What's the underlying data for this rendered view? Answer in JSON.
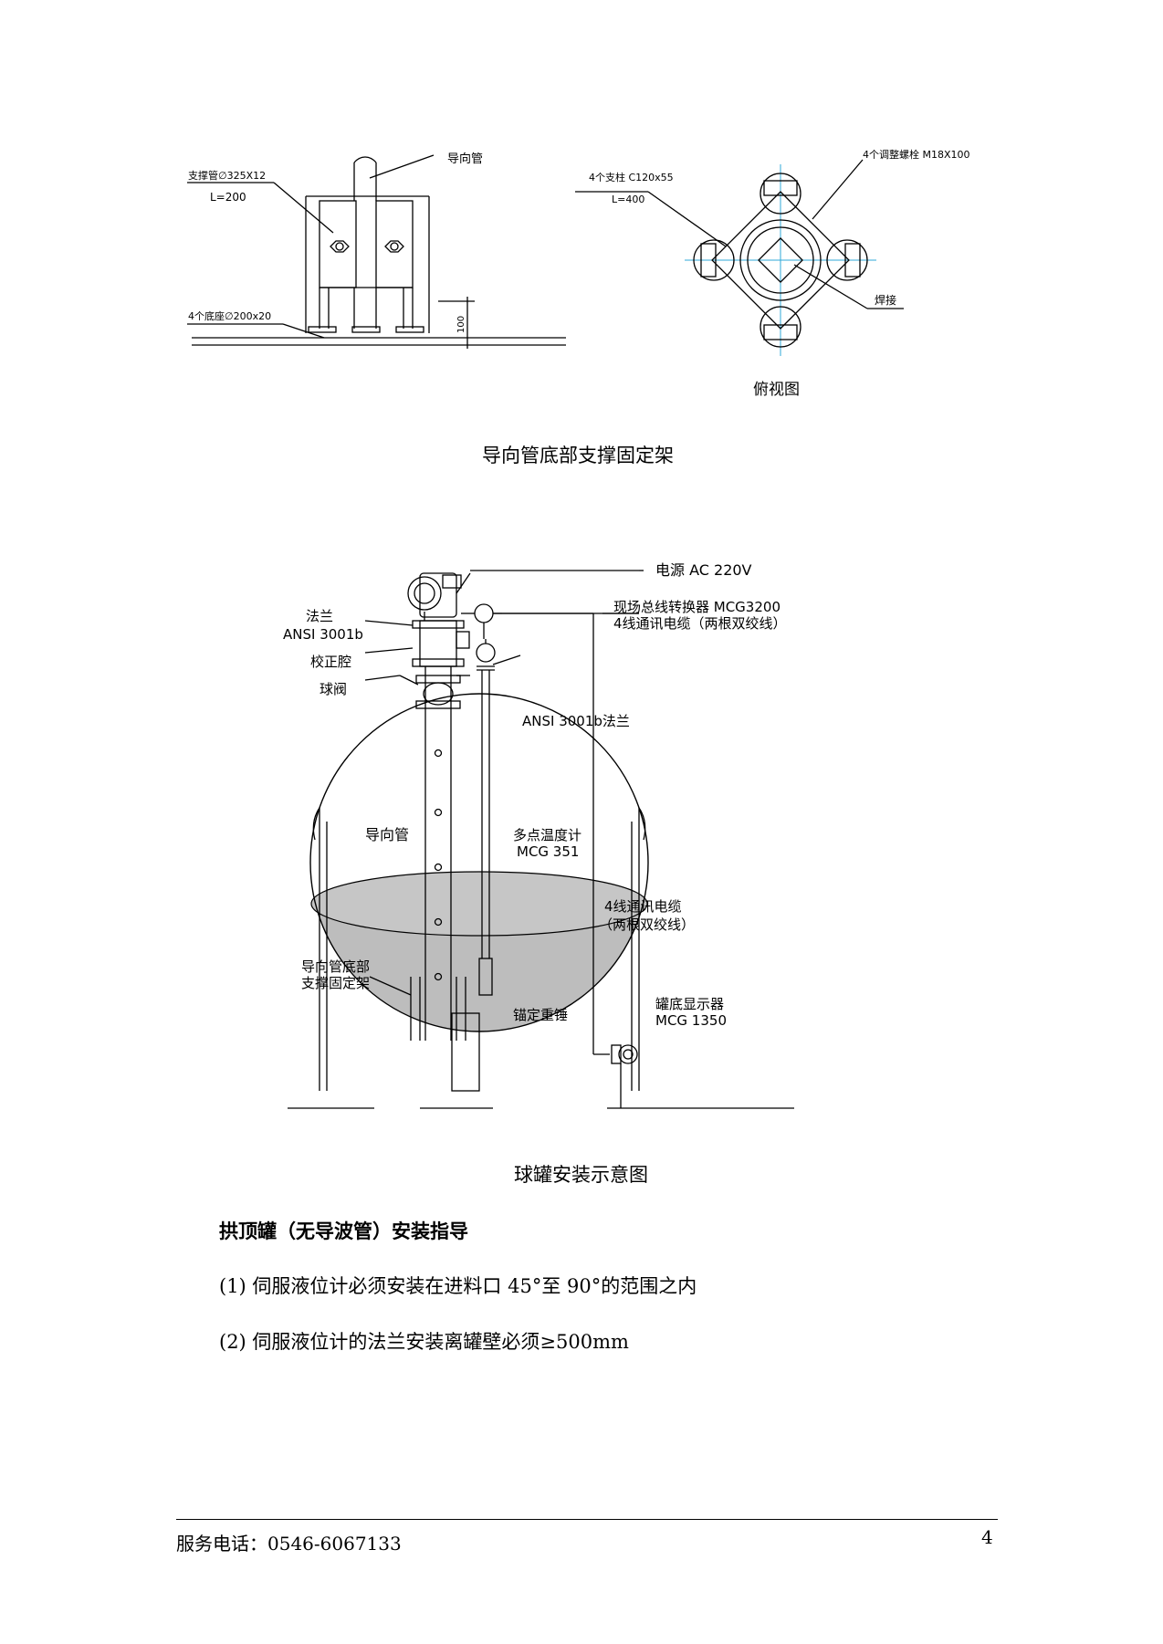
{
  "fig1": {
    "label_guide_pipe": "导向管",
    "label_support_pipe": "支撑管∅325X12",
    "label_support_len": "L=200",
    "label_base": "4个底座∅200x20",
    "label_dim_100": "100",
    "label_bolts": "4个调整螺栓 M18X100",
    "label_columns": "4个支柱 C120x55",
    "label_columns_len": "L=400",
    "label_weld": "焊接",
    "label_topview": "俯视图",
    "caption": "导向管底部支撑固定架"
  },
  "fig2": {
    "label_power": "电源 AC 220V",
    "label_converter": "现场总线转换器 MCG3200",
    "label_cable_top": "4线通讯电缆（两根双绞线）",
    "label_flange": "法兰",
    "label_flange_std": "ANSI 3001b",
    "label_calib": "校正腔",
    "label_valve": "球阀",
    "label_flange2": "ANSI 3001b法兰",
    "label_guide": "导向管",
    "label_multitemp": "多点温度计",
    "label_multitemp_model": "MCG 351",
    "label_cable_side1": "4线通讯电缆",
    "label_cable_side2": "（两根双绞线）",
    "label_support1": "导向管底部",
    "label_support2": "支撑固定架",
    "label_weight": "锚定重锤",
    "label_display": "罐底显示器",
    "label_display_model": "MCG 1350",
    "caption": "球罐安装示意图"
  },
  "section": {
    "heading": "拱顶罐（无导波管）安装指导",
    "item1": "(1)  伺服液位计必须安装在进料口 45°至 90°的范围之内",
    "item2": "(2)  伺服液位计的法兰安装离罐壁必须≥500mm"
  },
  "footer": {
    "service": "服务电话：0546-6067133",
    "page": "4"
  }
}
